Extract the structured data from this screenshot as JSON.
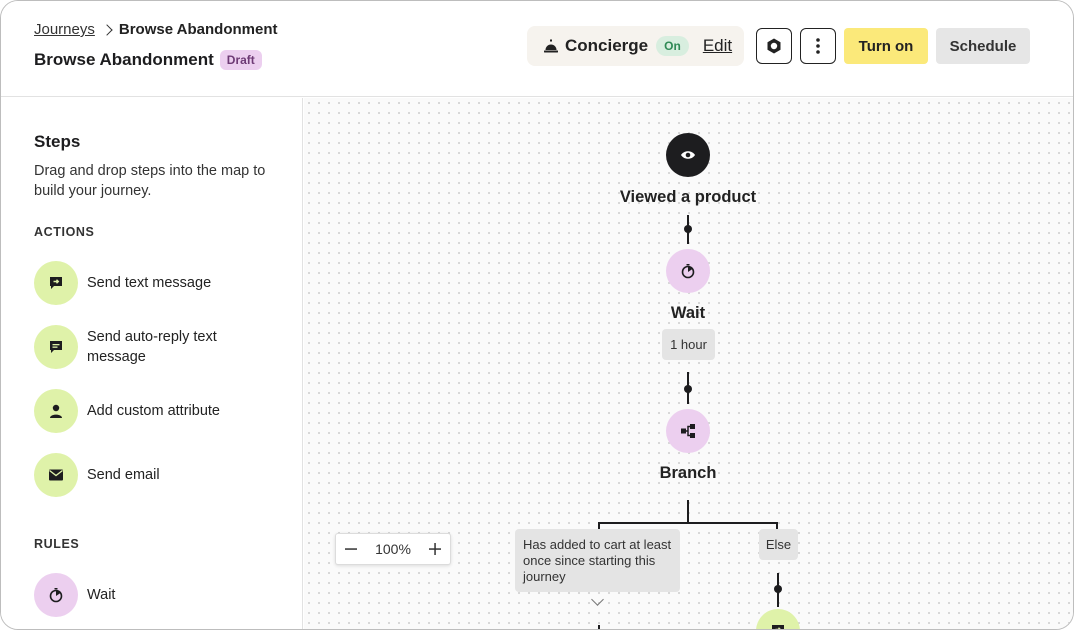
{
  "header": {
    "breadcrumb": {
      "root": "Journeys",
      "current": "Browse Abandonment"
    },
    "title": "Browse Abandonment",
    "status_badge": "Draft",
    "concierge": {
      "label": "Concierge",
      "status": "On",
      "edit_label": "Edit"
    },
    "buttons": {
      "turn_on": "Turn on",
      "schedule": "Schedule"
    },
    "icons": [
      "bell-icon",
      "settings-hex-icon",
      "more-vertical-icon"
    ]
  },
  "sidebar": {
    "title": "Steps",
    "description": "Drag and drop steps into the map to build your journey.",
    "actions_heading": "ACTIONS",
    "actions": [
      {
        "label": "Send text message",
        "icon": "message-send-icon"
      },
      {
        "label": "Send auto-reply text message",
        "icon": "message-reply-icon"
      },
      {
        "label": "Add custom attribute",
        "icon": "person-icon"
      },
      {
        "label": "Send email",
        "icon": "envelope-icon"
      }
    ],
    "rules_heading": "RULES",
    "rules": [
      {
        "label": "Wait",
        "icon": "timer-icon"
      }
    ]
  },
  "canvas": {
    "trigger": {
      "label": "Viewed a product",
      "icon": "eye-icon"
    },
    "wait": {
      "label": "Wait",
      "duration": "1 hour",
      "icon": "timer-icon"
    },
    "branch": {
      "label": "Branch",
      "icon": "branch-icon",
      "condition": "Has added to cart at least once since starting this journey",
      "else_label": "Else"
    },
    "zoom": {
      "level": "100%"
    },
    "colors": {
      "node_dark": "#1d1d1f",
      "node_pink": "#eccfef",
      "node_green": "#dff2a9"
    }
  }
}
